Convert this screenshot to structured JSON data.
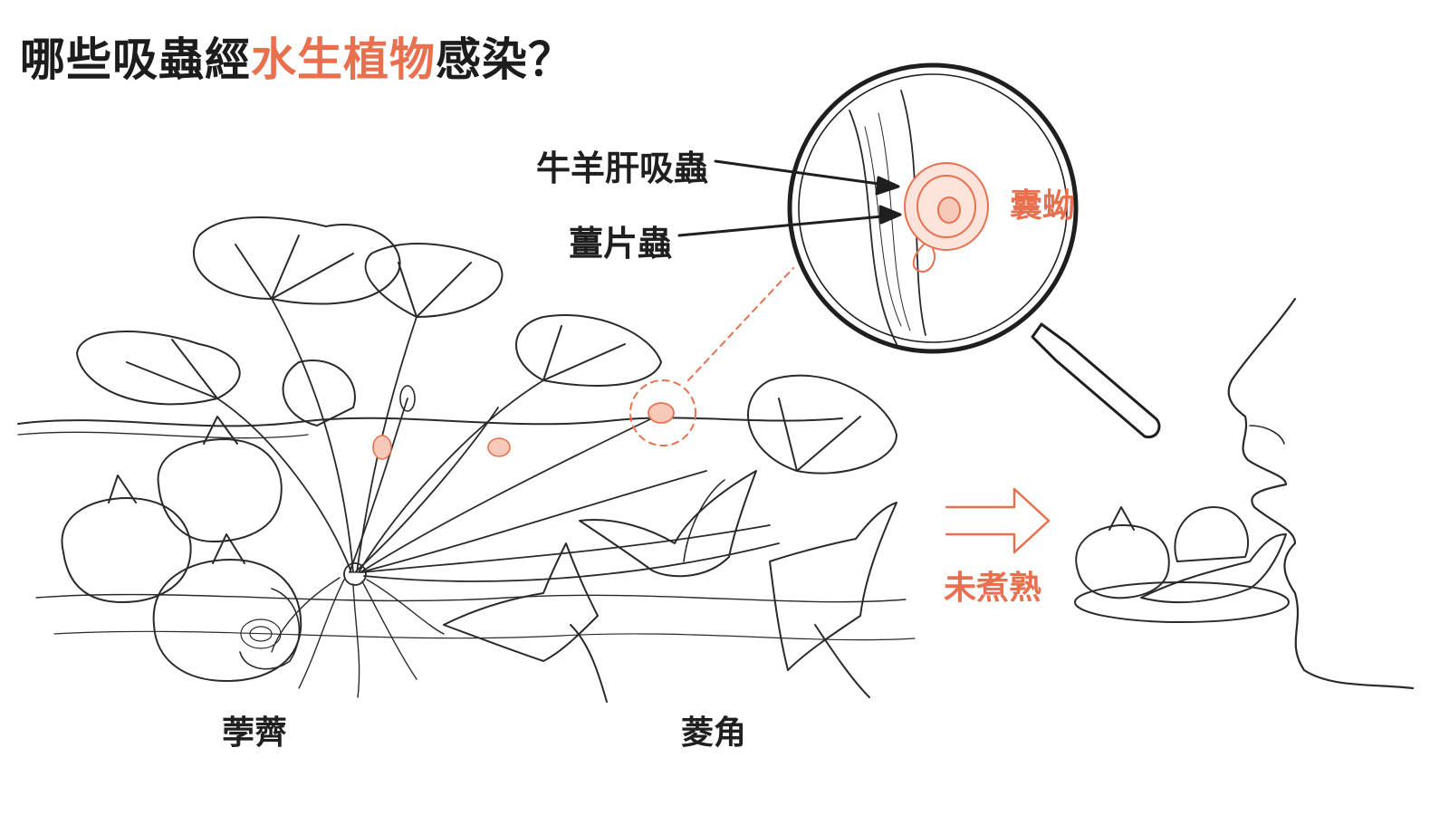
{
  "title": {
    "prefix": "哪些吸蟲經",
    "highlight": "水生植物",
    "suffix": "感染？"
  },
  "labels": {
    "fasciola": "牛羊肝吸蟲",
    "fasciolopsis": "薑片蟲",
    "cyst": "囊蚴",
    "uncooked": "未煮熟",
    "water_chestnut": "荸薺",
    "water_caltrop": "菱角"
  },
  "colors": {
    "accent": "#e8704f",
    "ink": "#1f1f1f"
  }
}
